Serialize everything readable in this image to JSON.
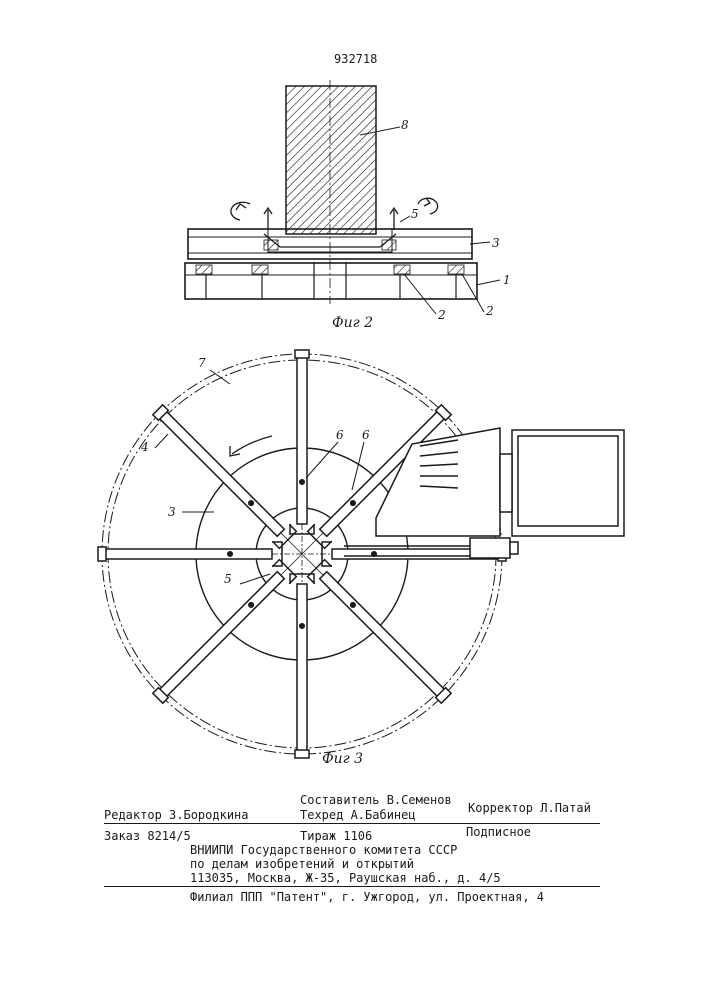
{
  "patent_number": "932718",
  "fig2": {
    "caption": "Фиг 2",
    "labels": {
      "l8": "8",
      "l5": "5",
      "l3": "3",
      "l1": "1",
      "l2a": "2",
      "l2b": "2"
    }
  },
  "fig3": {
    "caption": "Фиг 3",
    "labels": {
      "l7": "7",
      "l4": "4",
      "l6a": "6",
      "l6b": "6",
      "l3": "3",
      "l5": "5"
    }
  },
  "colophon": {
    "compiler": "Составитель В.Семенов",
    "editor": "Редактор З.Бородкина",
    "techred": "Техред А.Бабинец",
    "corrector": "Корректор Л.Патай",
    "order": "Заказ 8214/5",
    "circulation": "Тираж 1106",
    "subscription": "Подписное",
    "org_line1": "ВНИИПИ Государственного комитета СССР",
    "org_line2": "по делам изобретений и открытий",
    "org_line3": "113035, Москва, Ж-35, Раушская наб., д. 4/5",
    "branch": "Филиал ППП \"Патент\", г. Ужгород, ул. Проектная, 4"
  },
  "colors": {
    "ink": "#1a1a1a",
    "paper": "#ffffff"
  }
}
